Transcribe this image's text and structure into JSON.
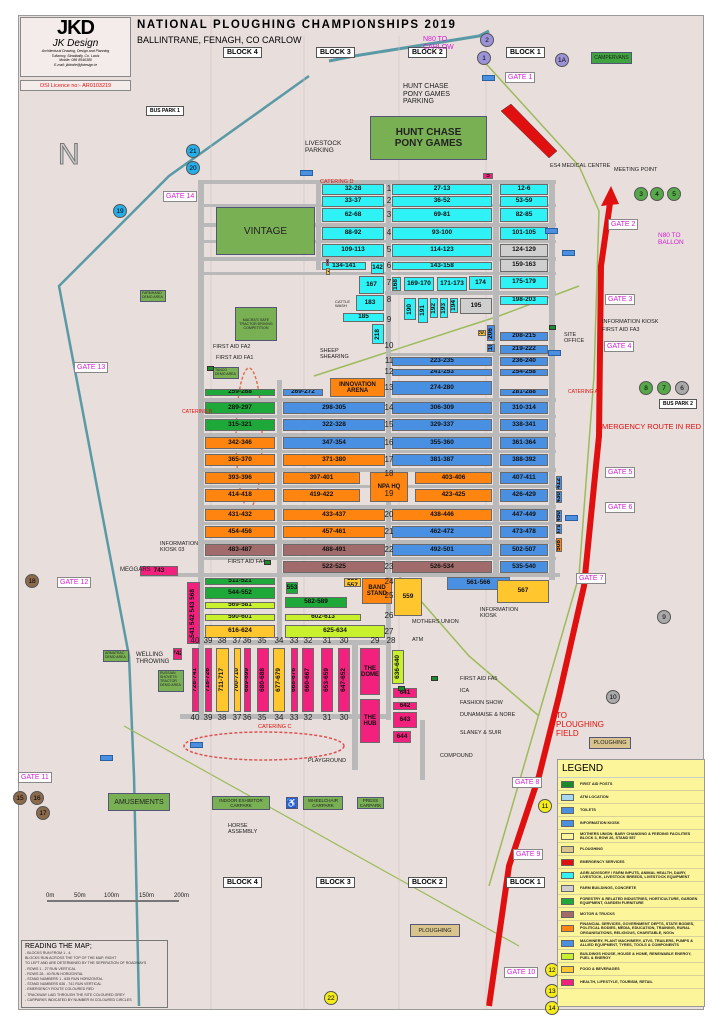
{
  "header": {
    "title": "NATIONAL PLOUGHING CHAMPIONSHIPS 2019",
    "subtitle": "BALLINTRANE, FENAGH, CO CARLOW",
    "logo_text": "JKD",
    "company": "JK Design",
    "company_lines": [
      "Architectural Drawing, Design and Planning",
      "Tullamoy, Stradbally, Co. Laois",
      "Mobile: 086 8546380",
      "E-mail: jkbirdie@jkdesign.ie"
    ],
    "licence": "OSI Licence no:-  AR0103219"
  },
  "blocks_top": [
    "BLOCK 4",
    "BLOCK 3",
    "BLOCK 2",
    "BLOCK 1"
  ],
  "blocks_bottom": [
    "BLOCK 4",
    "BLOCK 3",
    "BLOCK 2",
    "BLOCK 1"
  ],
  "gates": [
    "GATE 1",
    "GATE 2",
    "GATE 3",
    "GATE 4",
    "GATE 5",
    "GATE 6",
    "GATE 7",
    "GATE 8",
    "GATE 9",
    "GATE 10",
    "GATE 11",
    "GATE 12",
    "GATE 13",
    "GATE 14"
  ],
  "car_parks": [
    {
      "n": "1",
      "color": "#9b93d6"
    },
    {
      "n": "2",
      "color": "#9b93d6"
    },
    {
      "n": "1A",
      "color": "#9b93d6"
    },
    {
      "n": "3",
      "color": "#57a84a"
    },
    {
      "n": "4",
      "color": "#57a84a"
    },
    {
      "n": "5",
      "color": "#57a84a"
    },
    {
      "n": "6",
      "color": "#a9a9a9"
    },
    {
      "n": "7",
      "color": "#57a84a"
    },
    {
      "n": "8",
      "color": "#57a84a"
    },
    {
      "n": "9",
      "color": "#a9a9a9"
    },
    {
      "n": "10",
      "color": "#a9a9a9"
    },
    {
      "n": "11",
      "color": "#f5ec1a"
    },
    {
      "n": "12",
      "color": "#f5ec1a"
    },
    {
      "n": "13",
      "color": "#f5ec1a"
    },
    {
      "n": "14",
      "color": "#f5ec1a"
    },
    {
      "n": "15",
      "color": "#8b6a4c"
    },
    {
      "n": "16",
      "color": "#8b6a4c"
    },
    {
      "n": "17",
      "color": "#8b6a4c"
    },
    {
      "n": "18",
      "color": "#8b6a4c"
    },
    {
      "n": "19",
      "color": "#27aee8"
    },
    {
      "n": "20",
      "color": "#27aee8"
    },
    {
      "n": "21",
      "color": "#27aee8"
    },
    {
      "n": "22",
      "color": "#f5ec1a"
    }
  ],
  "zones": {
    "hunt_chase": "HUNT CHASE PONY GAMES",
    "vintage": "VINTAGE",
    "macra": "MACRA'S SAFE TRACTOR DRIVING COMPETITION",
    "amusements": "AMUSEMENTS",
    "indoor_exhibitor": "INDOOR EXHIBITOR CARPARK",
    "wheelchair": "WHEELCHAIR CARPARK",
    "press": "PRESS CARPARK",
    "campervans": "CAMPERVANS",
    "ploughing_1": "PLOUGHING",
    "ploughing_2": "PLOUGHING",
    "bus_park_1": "BUS PARK 1",
    "bus_park_2": "BUS PARK 2"
  },
  "annotations": {
    "n80_carlow": "N80 TO CARLOW",
    "n80_ballon": "N80 TO BALLON",
    "hunt_chase_parking": "HUNT CHASE PONY GAMES PARKING",
    "livestock_parking": "LIVESTOCK PARKING",
    "es4": "ES4 MEDICAL CENTRE",
    "meeting_point": "MEETING POINT",
    "catering_d": "CATERING D",
    "catering_a": "CATERING A",
    "catering_b": "CATERING B",
    "catering_c": "CATERING C",
    "info_kiosk": "INFORMATION KIOSK",
    "first_aid_fa3": "FIRST AID FA3",
    "site_office": "SITE OFFICE",
    "first_aid_fa2": "FIRST AID FA2",
    "first_aid_fa1": "FIRST AID FA1",
    "first_aid_fa4": "FIRST AID FA4",
    "first_aid_fa5": "FIRST AID FA5",
    "sheep_shearing": "SHEEP SHEARING",
    "cattle_wash": "CATTLE WASH",
    "emergency_route": "EMERGENCY ROUTE IN RED",
    "info_kiosk_03": "INFORMATION KIOSK 03",
    "info_kiosk_2": "INFORMATION KIOSK",
    "meggars": "MEGGARS",
    "welling": "WELLING THROWING",
    "mothers_union": "MOTHERS UNION",
    "atm": "ATM",
    "ica": "ICA",
    "fashion_show": "FASHION SHOW",
    "dunamaise": "DUNAMAISE & NORE",
    "slaney": "SLANEY  & SUIR",
    "compound": "COMPOUND",
    "playground": "PLAYGROUND",
    "to_ploughing": "TO PLOUGHING FIELD",
    "horse_assembly": "HORSE ASSEMBLY",
    "innovation": "INNOVATION ARENA",
    "npa_hq": "NPA HQ",
    "band_stand": "BAND STAND",
    "the_dome": "THE DOME",
    "the_hub": "THE HUB",
    "tanco": "TANCO DEMO AREA",
    "farmhand": "FARMHAND DEMO AREA",
    "abbey": "ARMATRAC DEMO AREA",
    "russian": "RUSSIAN SHOVETS TRACTOR DEMO AREA"
  },
  "row_numbers_left": [
    "1",
    "2",
    "3",
    "4",
    "5",
    "6",
    "7",
    "8",
    "9",
    "10",
    "11",
    "12",
    "13",
    "14",
    "15",
    "16",
    "17",
    "18",
    "19",
    "20",
    "21",
    "22",
    "23",
    "24",
    "25",
    "26",
    "27"
  ],
  "row_numbers_bottom": [
    "40",
    "39",
    "38",
    "37",
    "36",
    "35",
    "34",
    "33",
    "32",
    "31",
    "30",
    "29",
    "28"
  ],
  "stands": [
    {
      "label": "32-28",
      "cat": "agri"
    },
    {
      "label": "27-13",
      "cat": "agri"
    },
    {
      "label": "12-6",
      "cat": "agri"
    },
    {
      "label": "33-37",
      "cat": "agri"
    },
    {
      "label": "36-52",
      "cat": "agri"
    },
    {
      "label": "53-59",
      "cat": "agri"
    },
    {
      "label": "62-68",
      "cat": "agri"
    },
    {
      "label": "69-81",
      "cat": "agri"
    },
    {
      "label": "82-85",
      "cat": "agri"
    },
    {
      "label": "88-92",
      "cat": "agri"
    },
    {
      "label": "93-100",
      "cat": "agri"
    },
    {
      "label": "101-105",
      "cat": "agri"
    },
    {
      "label": "109-113",
      "cat": "agri"
    },
    {
      "label": "114-123",
      "cat": "agri"
    },
    {
      "label": "124-129",
      "cat": "farm"
    },
    {
      "label": "134-141",
      "cat": "agri"
    },
    {
      "label": "142",
      "cat": "agri"
    },
    {
      "label": "143-158",
      "cat": "agri"
    },
    {
      "label": "159-163",
      "cat": "farm"
    },
    {
      "label": "167",
      "cat": "agri"
    },
    {
      "label": "168",
      "cat": "agri"
    },
    {
      "label": "169-170",
      "cat": "agri"
    },
    {
      "label": "171-173",
      "cat": "agri"
    },
    {
      "label": "174",
      "cat": "agri"
    },
    {
      "label": "175-179",
      "cat": "agri"
    },
    {
      "label": "183",
      "cat": "agri"
    },
    {
      "label": "190",
      "cat": "agri"
    },
    {
      "label": "191",
      "cat": "agri"
    },
    {
      "label": "192",
      "cat": "agri"
    },
    {
      "label": "193",
      "cat": "agri"
    },
    {
      "label": "194",
      "cat": "agri"
    },
    {
      "label": "195",
      "cat": "farm"
    },
    {
      "label": "198-203",
      "cat": "agri"
    },
    {
      "label": "185",
      "cat": "agri"
    },
    {
      "label": "218",
      "cat": "agri"
    },
    {
      "label": "206",
      "cat": "mach"
    },
    {
      "label": "208-215",
      "cat": "mach"
    },
    {
      "label": "210",
      "cat": "mach"
    },
    {
      "label": "219-222",
      "cat": "mach"
    },
    {
      "label": "223-235",
      "cat": "mach"
    },
    {
      "label": "236-240",
      "cat": "mach"
    },
    {
      "label": "241-253",
      "cat": "mach"
    },
    {
      "label": "254-258",
      "cat": "mach"
    },
    {
      "label": "259-268",
      "cat": "forest"
    },
    {
      "label": "269-272",
      "cat": "mach"
    },
    {
      "label": "274-280",
      "cat": "mach"
    },
    {
      "label": "281-288",
      "cat": "mach"
    },
    {
      "label": "289-297",
      "cat": "forest"
    },
    {
      "label": "298-305",
      "cat": "mach"
    },
    {
      "label": "306-309",
      "cat": "mach"
    },
    {
      "label": "310-314",
      "cat": "mach"
    },
    {
      "label": "315-321",
      "cat": "forest"
    },
    {
      "label": "322-328",
      "cat": "mach"
    },
    {
      "label": "329-337",
      "cat": "mach"
    },
    {
      "label": "338-341",
      "cat": "mach"
    },
    {
      "label": "342-346",
      "cat": "fin"
    },
    {
      "label": "347-354",
      "cat": "mach"
    },
    {
      "label": "355-360",
      "cat": "mach"
    },
    {
      "label": "361-364",
      "cat": "mach"
    },
    {
      "label": "365-370",
      "cat": "fin"
    },
    {
      "label": "371-380",
      "cat": "fin"
    },
    {
      "label": "381-387",
      "cat": "mach"
    },
    {
      "label": "388-392",
      "cat": "mach"
    },
    {
      "label": "393-396",
      "cat": "fin"
    },
    {
      "label": "397-401",
      "cat": "fin"
    },
    {
      "label": "403-406",
      "cat": "fin"
    },
    {
      "label": "407-411",
      "cat": "mach"
    },
    {
      "label": "414-418",
      "cat": "fin"
    },
    {
      "label": "419-422",
      "cat": "fin"
    },
    {
      "label": "423-425",
      "cat": "fin"
    },
    {
      "label": "426-429",
      "cat": "mach"
    },
    {
      "label": "431-432",
      "cat": "fin"
    },
    {
      "label": "433-437",
      "cat": "fin"
    },
    {
      "label": "438-446",
      "cat": "fin"
    },
    {
      "label": "447-449",
      "cat": "mach"
    },
    {
      "label": "454-456",
      "cat": "fin"
    },
    {
      "label": "457-461",
      "cat": "fin"
    },
    {
      "label": "462-472",
      "cat": "mach"
    },
    {
      "label": "473-478",
      "cat": "mach"
    },
    {
      "label": "483-487",
      "cat": "motor"
    },
    {
      "label": "488-491",
      "cat": "motor"
    },
    {
      "label": "492-501",
      "cat": "mach"
    },
    {
      "label": "502-507",
      "cat": "mach"
    },
    {
      "label": "522-525",
      "cat": "motor"
    },
    {
      "label": "526-534",
      "cat": "motor"
    },
    {
      "label": "535-540",
      "cat": "mach"
    },
    {
      "label": "412",
      "cat": "mach"
    },
    {
      "label": "430",
      "cat": "mach"
    },
    {
      "label": "450",
      "cat": "mach"
    },
    {
      "label": "479",
      "cat": "mach"
    },
    {
      "label": "508",
      "cat": "fin"
    },
    {
      "label": "511-521",
      "cat": "forest"
    },
    {
      "label": "544-552",
      "cat": "forest"
    },
    {
      "label": "569-581",
      "cat": "build"
    },
    {
      "label": "590-601",
      "cat": "build"
    },
    {
      "label": "616-624",
      "cat": "food"
    },
    {
      "label": "553",
      "cat": "forest"
    },
    {
      "label": "582-589",
      "cat": "forest"
    },
    {
      "label": "602-613",
      "cat": "build"
    },
    {
      "label": "625-634",
      "cat": "build"
    },
    {
      "label": "541 542 543 568",
      "cat": "health"
    },
    {
      "label": "743",
      "cat": "health"
    },
    {
      "label": "742",
      "cat": "health"
    },
    {
      "label": "556 557",
      "cat": "food"
    },
    {
      "label": "559",
      "cat": "food"
    },
    {
      "label": "561-566",
      "cat": "mach"
    },
    {
      "label": "567",
      "cat": "food"
    },
    {
      "label": "728-741",
      "cat": "health"
    },
    {
      "label": "718-726",
      "cat": "health"
    },
    {
      "label": "711-717",
      "cat": "food"
    },
    {
      "label": "700-710",
      "cat": "food"
    },
    {
      "label": "689-699",
      "cat": "health"
    },
    {
      "label": "680-688",
      "cat": "health"
    },
    {
      "label": "677-679",
      "cat": "food"
    },
    {
      "label": "668-676",
      "cat": "health"
    },
    {
      "label": "660-667",
      "cat": "health"
    },
    {
      "label": "653-659",
      "cat": "health"
    },
    {
      "label": "647-652",
      "cat": "health"
    },
    {
      "label": "636-640",
      "cat": "build"
    },
    {
      "label": "641",
      "cat": "health"
    },
    {
      "label": "642",
      "cat": "health"
    },
    {
      "label": "643",
      "cat": "health"
    },
    {
      "label": "644",
      "cat": "health"
    },
    {
      "label": "207",
      "cat": "food"
    },
    {
      "label": "5",
      "cat": "health"
    },
    {
      "label": "133",
      "cat": "health"
    },
    {
      "label": "133A",
      "cat": "food"
    }
  ],
  "legend": {
    "title": "LEGEND",
    "items": [
      {
        "key": "first_aid",
        "text": "FIRST AID POSTS",
        "color": "#1a8a2a"
      },
      {
        "key": "atm",
        "text": "ATM LOCATION",
        "color": "#a8d8f0"
      },
      {
        "key": "toilets",
        "text": "TOILETS",
        "color": "#4a8fe0"
      },
      {
        "key": "info",
        "text": "INFORMATION KIOSK",
        "color": "#4a8fe0"
      },
      {
        "key": "mothers",
        "text": "MOTHERS UNION: BABY CHANGING & FEEDING FACILITIES BLOCK 3, ROW 26, STAND 557",
        "color": "#fdf59a"
      },
      {
        "key": "plough",
        "text": "PLOUGHING",
        "color": "#d8c48c"
      },
      {
        "key": "emerg",
        "text": "EMERGENCY SERVICES",
        "color": "#e01010"
      },
      {
        "key": "agri",
        "text": "AGRI ADVISORY / FARM INPUTS, ANIMAL HEALTH, DAIRY, LIVESTOCK, LIVESTOCK BREEDS, LIVESTOCK EQUIPMENT",
        "color": "#2ff2f7"
      },
      {
        "key": "farm",
        "text": "FARM BUILDINGS, CONCRETE",
        "color": "#cfcfcf"
      },
      {
        "key": "forest",
        "text": "FORESTRY & RELATED INDUSTRIES, HORTICULTURE, GARDEN EQUIPMENT, GARDEN FURNITURE",
        "color": "#1ea83a"
      },
      {
        "key": "motor",
        "text": "MOTOR & TRUCKS",
        "color": "#a26b6b"
      },
      {
        "key": "fin",
        "text": "FINANCIAL SERVICES, GOVERNMENT DEPTS, STATE BODIES, POLITICAL BODIES, MEDIA, EDUCATION, TRAINING, RURAL ORGANISATIONS, RELIGIOUS, CHARITABLE, NGOs",
        "color": "#ff8410"
      },
      {
        "key": "mach",
        "text": "MACHINERY, PLANT MACHINERY, ATVS, TRAILERS, PUMPS & ALLIED EQUIPMENT, TYRES, TOOLS & COMPONENTS",
        "color": "#4a90e2"
      },
      {
        "key": "build",
        "text": "BUILDINGS HOUSE, HOUSE & HOME, RENEWABLE ENERGY, FUEL & ENERGY",
        "color": "#c8f02c"
      },
      {
        "key": "food",
        "text": "FOOD & BEVERAGES",
        "color": "#ffc62e"
      },
      {
        "key": "health",
        "text": "HEALTH, LIFESTYLE, TOURISM, RETAIL",
        "color": "#f2217d"
      }
    ]
  },
  "reading_map": {
    "title": "READING THE MAP;",
    "lines": [
      "- BLOCKS RUN FROM 1 - 4.",
      "  BLOCKS RUN ACROSS THE TOP OF THE MAP, RIGHT",
      "  TO LEFT AND ARE DETERMINED BY THE SEPERATION OF ROADWAYS",
      "- ROWS 1 - 27 RUN VERTICAL",
      "- ROWS 28 - 40 RUN HORIZONTAL",
      "- STAND NUMBERS 1 - 635 RUN HORIZONTAL",
      "- STAND NUMBERS 636 - 741 RUN VERTICAL",
      "- EMERGENCY ROUTE COLOURED RED",
      "- TRACKWAY LAID THROUGH THE SITE COLOURED GREY",
      "- CARPARKS INDICATED BY NUMBER IN COLOURED CIRCLES"
    ]
  },
  "scale": [
    "0m",
    "50m",
    "100m",
    "150m",
    "200m"
  ]
}
